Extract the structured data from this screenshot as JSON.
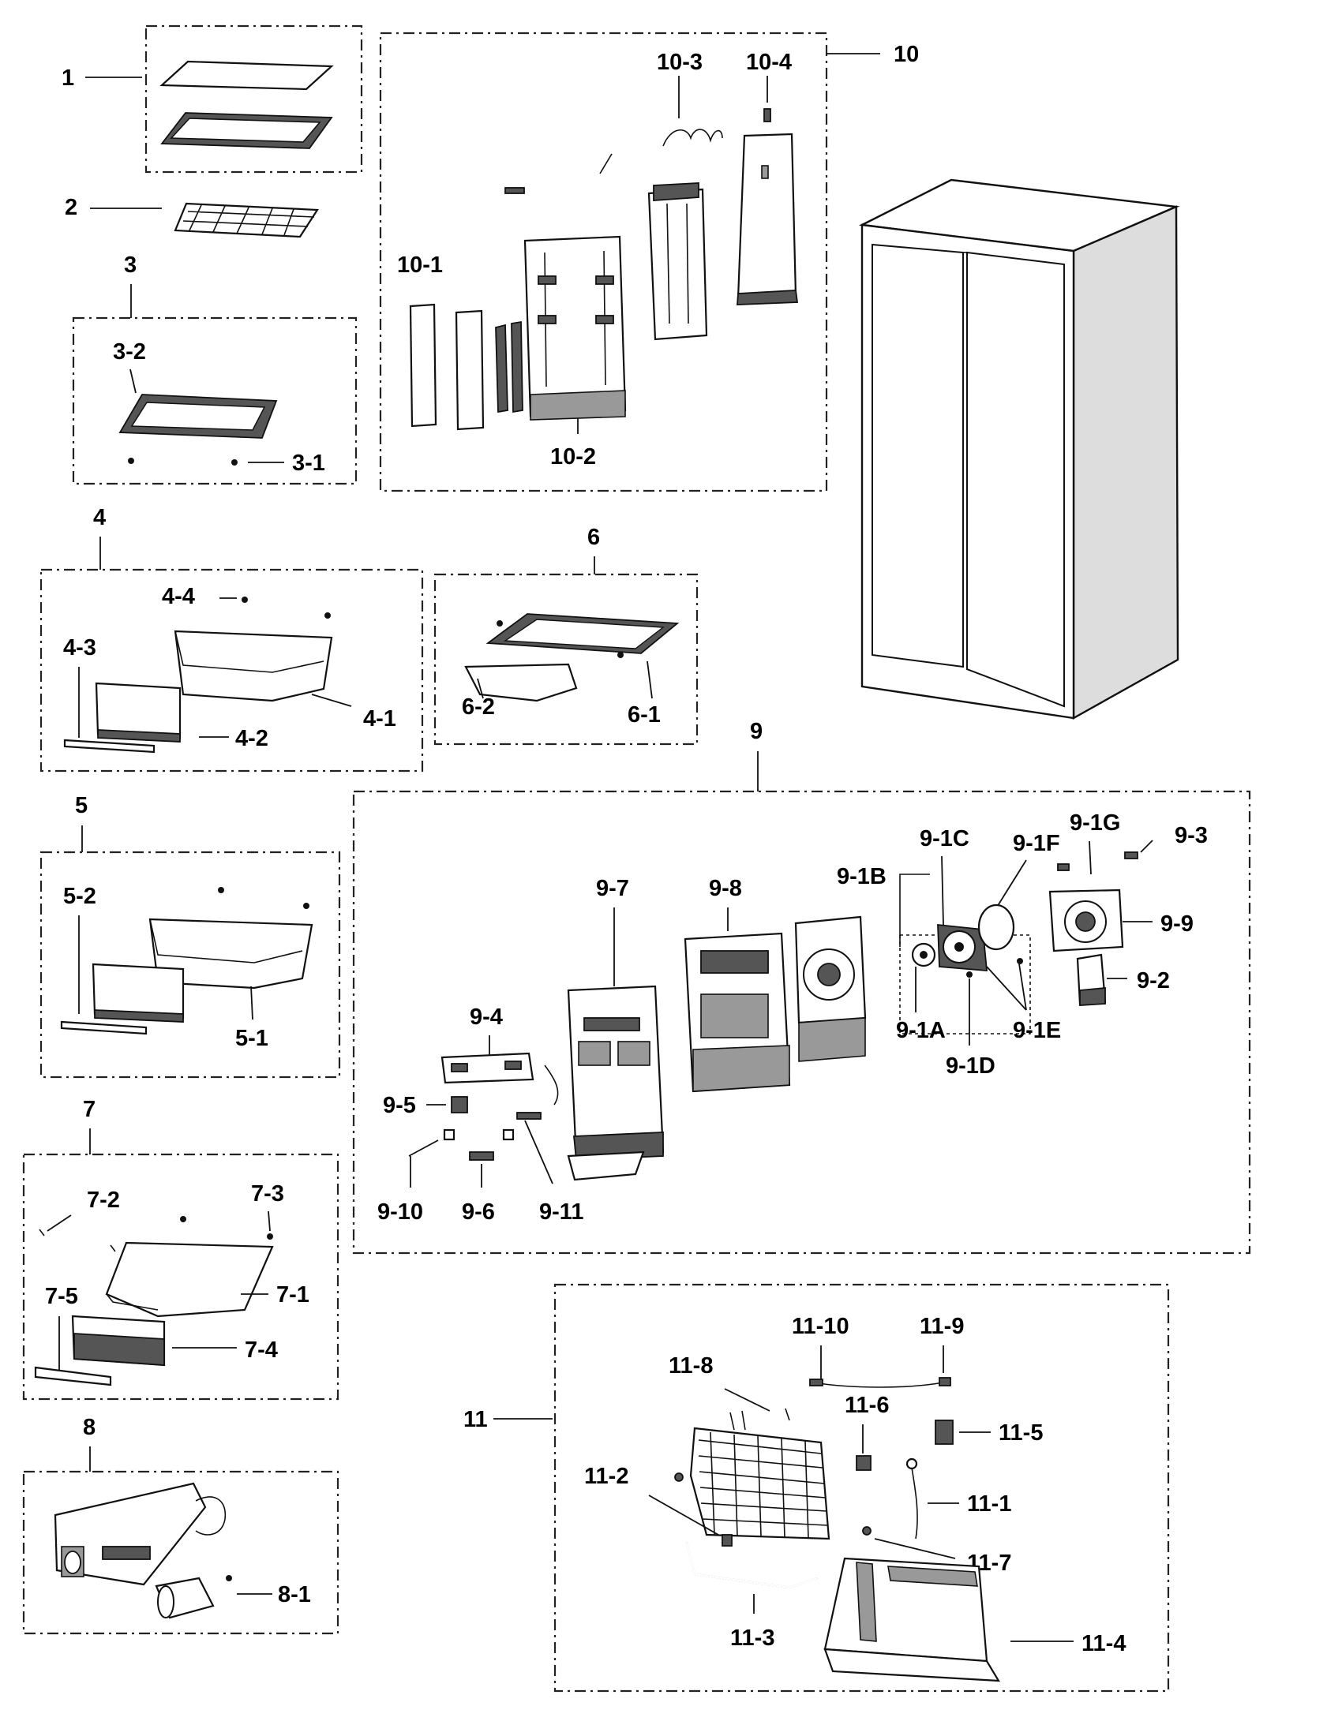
{
  "groups": {
    "g1": "1",
    "g2": "2",
    "g3": "3",
    "g4": "4",
    "g5": "5",
    "g6": "6",
    "g7": "7",
    "g8": "8",
    "g9": "9",
    "g10": "10",
    "g11": "11"
  },
  "parts": {
    "p3_1": "3-1",
    "p3_2": "3-2",
    "p4_1": "4-1",
    "p4_2": "4-2",
    "p4_3": "4-3",
    "p4_4": "4-4",
    "p5_1": "5-1",
    "p5_2": "5-2",
    "p6_1": "6-1",
    "p6_2": "6-2",
    "p7_1": "7-1",
    "p7_2": "7-2",
    "p7_3": "7-3",
    "p7_4": "7-4",
    "p7_5": "7-5",
    "p8_1": "8-1",
    "p9_1A": "9-1A",
    "p9_1B": "9-1B",
    "p9_1C": "9-1C",
    "p9_1D": "9-1D",
    "p9_1E": "9-1E",
    "p9_1F": "9-1F",
    "p9_1G": "9-1G",
    "p9_2": "9-2",
    "p9_3": "9-3",
    "p9_4": "9-4",
    "p9_5": "9-5",
    "p9_6": "9-6",
    "p9_7": "9-7",
    "p9_8": "9-8",
    "p9_9": "9-9",
    "p9_10": "9-10",
    "p9_11": "9-11",
    "p10_1": "10-1",
    "p10_2": "10-2",
    "p10_3": "10-3",
    "p10_4": "10-4",
    "p11_1": "11-1",
    "p11_2": "11-2",
    "p11_3": "11-3",
    "p11_4": "11-4",
    "p11_5": "11-5",
    "p11_6": "11-6",
    "p11_7": "11-7",
    "p11_8": "11-8",
    "p11_9": "11-9",
    "p11_10": "11-10"
  }
}
